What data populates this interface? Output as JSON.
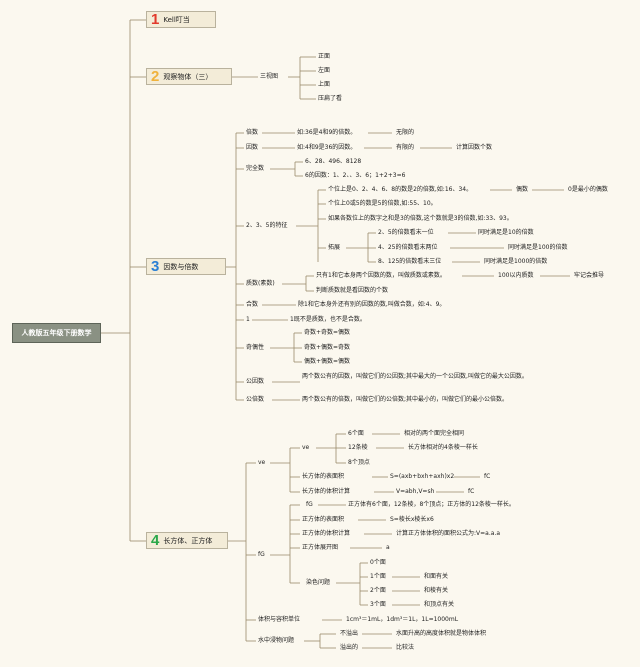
{
  "root": "人教版五年级下册数学",
  "branches": [
    {
      "num": "1",
      "color": "#e23a2c",
      "label": "Kell叮当"
    },
    {
      "num": "2",
      "color": "#f0b23c",
      "label": "观察物体（三）"
    },
    {
      "num": "3",
      "color": "#2a7fd4",
      "label": "因数与倍数"
    },
    {
      "num": "4",
      "color": "#2aa84a",
      "label": "长方体、正方体"
    }
  ],
  "obs": {
    "node": "三视图",
    "views": [
      "正面",
      "左面",
      "上面",
      "压扁了看"
    ]
  },
  "fm": {
    "beishu": {
      "label": "倍数",
      "desc": "如:36是4和9的倍数。",
      "note": "无限的"
    },
    "yinshu": {
      "label": "因数",
      "desc": "如:4和9是36的因数。",
      "note": "有限的",
      "extra": "计算因数个数"
    },
    "wanquan": {
      "label": "完全数",
      "list": "6、28、496、8128",
      "example": "6的因数：1、2、、3、6；1+2+3=6"
    },
    "tezheng": {
      "label": "2、3、5的特征",
      "two": "个位上是0、2、4、6、8的数是2的倍数,如:16、34。",
      "even": "偶数",
      "even_note": "0是最小的偶数",
      "five": "个位上0或5的数是5的倍数,如:55、10。",
      "three": "如果各数位上的数字之和是3的倍数,这个数就是3的倍数,如:33、93。",
      "tuozhan": "拓展",
      "ext1": "2、5的倍数看末一位",
      "ext1b": "同时满足是10的倍数",
      "ext2": "4、25的倍数看末两位",
      "ext2b": "同时满足是100的倍数",
      "ext3": "8、125的倍数看末三位",
      "ext3b": "同时满足是1000的倍数"
    },
    "zhishu": {
      "label": "质数(素数)",
      "def": "只有1和它本身两个因数的数，叫做质数或素数。",
      "within": "100以内质数",
      "remember": "牢记会推导",
      "judge": "判断质数就是看因数的个数"
    },
    "heshu": {
      "label": "合数",
      "def": "除1和它本身外还有别的因数的数,叫做合数，如:4、9。"
    },
    "one": {
      "label": "1",
      "def": "1既不是质数，也不是合数。"
    },
    "parity": {
      "label": "奇偶性",
      "r1": "奇数+奇数=偶数",
      "r2": "奇数+偶数=奇数",
      "r3": "偶数+偶数=偶数"
    },
    "gys": {
      "label": "公因数",
      "def": "两个数公有的因数，叫做它们的公因数;其中最大的一个公因数,叫做它的最大公因数。"
    },
    "gbs": {
      "label": "公倍数",
      "def": "两个数公有的倍数，叫做它们的公倍数;其中最小的，叫做它们的最小公倍数。"
    }
  },
  "cube": {
    "ve": {
      "label": "ve",
      "sub": "ve",
      "faces": "6个面",
      "faces_note": "相对的两个面完全相同",
      "edges": "12条棱",
      "edges_note": "长方体相对的4条棱一样长",
      "vertices": "8个顶点",
      "area_label": "长方体的表面积",
      "area_formula": "S=(axb+bxh+axh)x2",
      "area_note": "fC",
      "vol_label": "长方体的体积计算",
      "vol_formula": "V=abh,V=sh",
      "vol_note": "fC"
    },
    "fg": {
      "label": "fG",
      "sub": "fG",
      "sub_desc": "正方体有6个面，12条棱，8个顶点；正方体的12条棱一样长。",
      "area_label": "正方体的表面积",
      "area_formula": "S=棱长x棱长x6",
      "vol_label": "正方体的体积计算",
      "vol_formula": "计算正方体体积的面积公式为:V=a.a.a",
      "net_label": "正方体展开图",
      "net_note": "a",
      "paint_label": "染色问题",
      "p0": "0个面",
      "p1": "1个面",
      "p1_note": "和面有关",
      "p2": "2个面",
      "p2_note": "和棱有关",
      "p3": "3个面",
      "p3_note": "和顶点有关"
    },
    "units": {
      "label": "体积与容积单位",
      "def": "1cm³＝1mL，1dm³＝1L，1L=1000mL"
    },
    "water": {
      "label": "水中浸物问题",
      "r1": "不溢出",
      "r1_note": "水面升高的高度体积就是物体体积",
      "r2": "溢出的",
      "r2_note": "比较法"
    }
  },
  "colors": {
    "line": "#9a8a6a",
    "node_bg": "#f3ecd8",
    "root_bg": "#8a9183"
  }
}
